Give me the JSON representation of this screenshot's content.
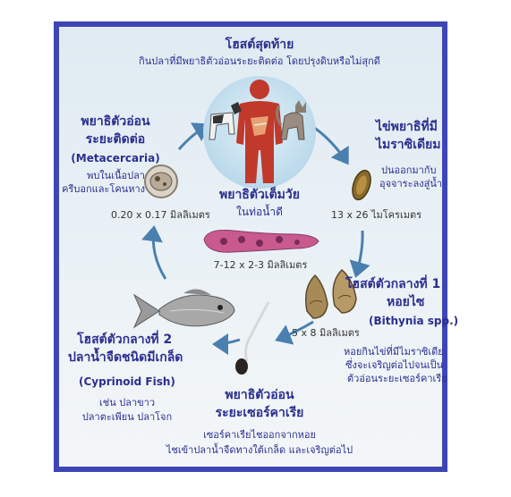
{
  "top": {
    "title": "โฮสต์สุดท้าย",
    "desc": "กินปลาที่มีพยาธิตัวอ่อนระยะติดต่อ โดยปรุงดิบหรือไม่สุกดี"
  },
  "metacercaria": {
    "title_line1": "พยาธิตัวอ่อน",
    "title_line2": "ระยะติดต่อ",
    "latin": "(Metacercaria)",
    "desc_line1": "พบในเนื้อปลา",
    "desc_line2": "ครีบอกและโคนหาง",
    "size": "0.20 x 0.17 มิลลิเมตร"
  },
  "egg": {
    "title_line1": "ไข่พยาธิที่มี",
    "title_line2": "ไมราซิเดียม",
    "desc_line1": "ปนออกมากับ",
    "desc_line2": "อุจจาระลงสู่น้ำ",
    "size": "13 x 26 ไมโครเมตร"
  },
  "adult": {
    "title": "พยาธิตัวเต็มวัย",
    "location": "ในท่อน้ำดี",
    "size": "7-12 x 2-3 มิลลิเมตร"
  },
  "snail": {
    "title_line1": "โฮสต์ตัวกลางที่ 1",
    "title_line2": "หอยไซ",
    "latin": "(Bithynia spp.)",
    "size": "5 x 8 มิลลิเมตร",
    "desc_line1": "หอยกินไข่ที่มีไมราซิเดีย",
    "desc_line2": "ซึ่งจะเจริญต่อไปจนเป็น",
    "desc_line3": "ตัวอ่อนระยะเซอร์คาเรีย"
  },
  "fish": {
    "title_line1": "โฮสต์ตัวกลางที่ 2",
    "title_line2": "ปลาน้ำจืดชนิดมีเกล็ด",
    "latin": "(Cyprinoid Fish)",
    "desc_line1": "เช่น ปลาขาว",
    "desc_line2": "ปลาตะเพียน ปลาโจก"
  },
  "cercaria": {
    "title_line1": "พยาธิตัวอ่อน",
    "title_line2": "ระยะเซอร์คาเรีย",
    "desc_line1": "เซอร์คาเรียไชออกจากหอย",
    "desc_line2": "ไชเข้าปลาน้ำจืดทางใต้เกล็ด และเจริญต่อไป"
  },
  "colors": {
    "frame": "#3d46b4",
    "text": "#2b2f8f",
    "arrow": "#4a7fb0",
    "body": "#c0392b",
    "worm": "#c85a8e"
  }
}
